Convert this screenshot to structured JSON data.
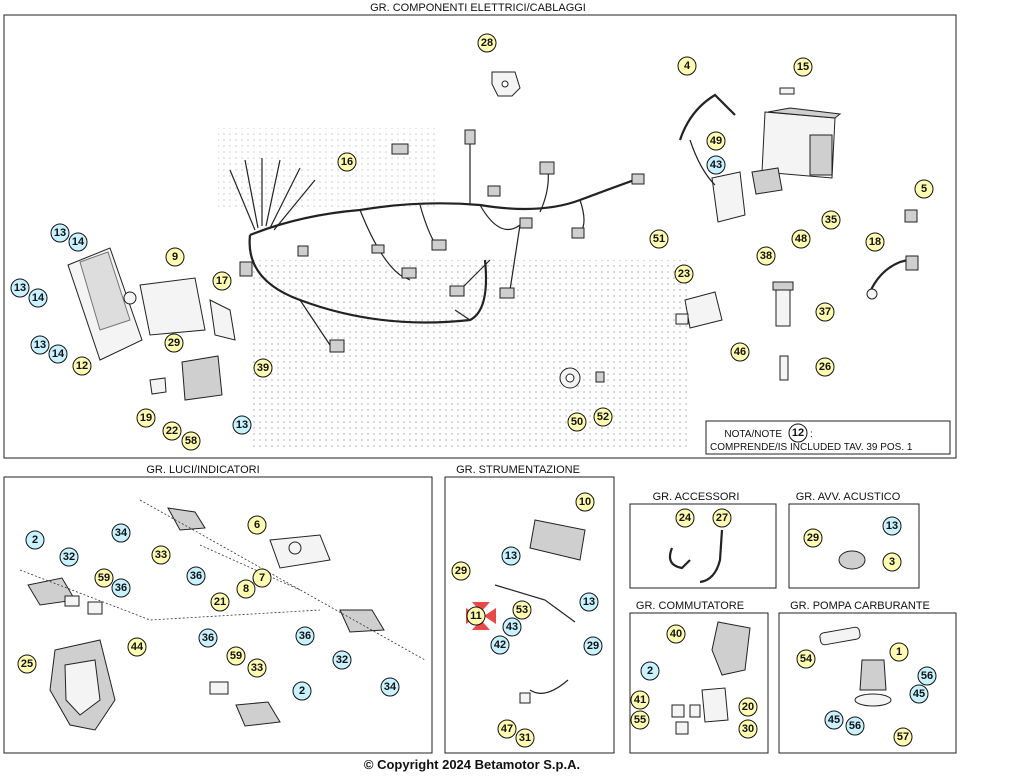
{
  "sections": {
    "main": "GR. COMPONENTI ELETTRICI/CABLAGGI",
    "lights": "GR. LUCI/INDICATORI",
    "instruments": "GR. STRUMENTAZIONE",
    "accessories": "GR. ACCESSORI",
    "horn": "GR. AVV. ACUSTICO",
    "switch": "GR. COMMUTATORE",
    "fuel_pump": "GR. POMPA CARBURANTE"
  },
  "note": {
    "label": "NOTA/NOTE",
    "ref": "12",
    "suffix": ":",
    "text": "COMPRENDE/IS INCLUDED TAV. 39 POS. 1"
  },
  "copyright": "© Copyright 2024 Betamotor S.p.A.",
  "callouts": {
    "main": [
      {
        "n": "28",
        "c": "y"
      },
      {
        "n": "16",
        "c": "y"
      },
      {
        "n": "4",
        "c": "y"
      },
      {
        "n": "15",
        "c": "y"
      },
      {
        "n": "49",
        "c": "y"
      },
      {
        "n": "43",
        "c": "b"
      },
      {
        "n": "35",
        "c": "y"
      },
      {
        "n": "48",
        "c": "y"
      },
      {
        "n": "38",
        "c": "y"
      },
      {
        "n": "51",
        "c": "y"
      },
      {
        "n": "5",
        "c": "y"
      },
      {
        "n": "18",
        "c": "y"
      },
      {
        "n": "13",
        "c": "b"
      },
      {
        "n": "14",
        "c": "b"
      },
      {
        "n": "13",
        "c": "b"
      },
      {
        "n": "14",
        "c": "b"
      },
      {
        "n": "13",
        "c": "b"
      },
      {
        "n": "14",
        "c": "b"
      },
      {
        "n": "12",
        "c": "y"
      },
      {
        "n": "9",
        "c": "y"
      },
      {
        "n": "17",
        "c": "y"
      },
      {
        "n": "29",
        "c": "y"
      },
      {
        "n": "39",
        "c": "y"
      },
      {
        "n": "19",
        "c": "y"
      },
      {
        "n": "22",
        "c": "y"
      },
      {
        "n": "58",
        "c": "y"
      },
      {
        "n": "13",
        "c": "b"
      },
      {
        "n": "23",
        "c": "y"
      },
      {
        "n": "46",
        "c": "y"
      },
      {
        "n": "37",
        "c": "y"
      },
      {
        "n": "26",
        "c": "y"
      },
      {
        "n": "50",
        "c": "y"
      },
      {
        "n": "52",
        "c": "y"
      }
    ],
    "lights": [
      {
        "n": "34",
        "c": "b"
      },
      {
        "n": "33",
        "c": "y"
      },
      {
        "n": "6",
        "c": "y"
      },
      {
        "n": "2",
        "c": "b"
      },
      {
        "n": "32",
        "c": "b"
      },
      {
        "n": "36",
        "c": "b"
      },
      {
        "n": "7",
        "c": "y"
      },
      {
        "n": "59",
        "c": "y"
      },
      {
        "n": "36",
        "c": "b"
      },
      {
        "n": "8",
        "c": "y"
      },
      {
        "n": "21",
        "c": "y"
      },
      {
        "n": "36",
        "c": "b"
      },
      {
        "n": "32",
        "c": "b"
      },
      {
        "n": "44",
        "c": "y"
      },
      {
        "n": "36",
        "c": "b"
      },
      {
        "n": "59",
        "c": "y"
      },
      {
        "n": "25",
        "c": "y"
      },
      {
        "n": "33",
        "c": "y"
      },
      {
        "n": "34",
        "c": "b"
      },
      {
        "n": "2",
        "c": "b"
      }
    ],
    "instruments": [
      {
        "n": "10",
        "c": "y"
      },
      {
        "n": "13",
        "c": "b"
      },
      {
        "n": "29",
        "c": "y"
      },
      {
        "n": "13",
        "c": "b"
      },
      {
        "n": "53",
        "c": "y"
      },
      {
        "n": "11",
        "c": "y"
      },
      {
        "n": "43",
        "c": "b"
      },
      {
        "n": "42",
        "c": "b"
      },
      {
        "n": "29",
        "c": "b"
      },
      {
        "n": "47",
        "c": "y"
      },
      {
        "n": "31",
        "c": "y"
      }
    ],
    "accessories": [
      {
        "n": "24",
        "c": "y"
      },
      {
        "n": "27",
        "c": "y"
      }
    ],
    "horn": [
      {
        "n": "29",
        "c": "y"
      },
      {
        "n": "13",
        "c": "b"
      },
      {
        "n": "3",
        "c": "y"
      }
    ],
    "switch": [
      {
        "n": "40",
        "c": "y"
      },
      {
        "n": "2",
        "c": "b"
      },
      {
        "n": "41",
        "c": "y"
      },
      {
        "n": "55",
        "c": "y"
      },
      {
        "n": "20",
        "c": "y"
      },
      {
        "n": "30",
        "c": "y"
      }
    ],
    "fuel_pump": [
      {
        "n": "54",
        "c": "y"
      },
      {
        "n": "1",
        "c": "y"
      },
      {
        "n": "56",
        "c": "b"
      },
      {
        "n": "45",
        "c": "b"
      },
      {
        "n": "45",
        "c": "b"
      },
      {
        "n": "56",
        "c": "b"
      },
      {
        "n": "57",
        "c": "y"
      }
    ]
  },
  "colors": {
    "callout_yellow": "#fffbb0",
    "callout_cyan": "#c8f2ff",
    "highlight_red": "#e84a4a"
  }
}
